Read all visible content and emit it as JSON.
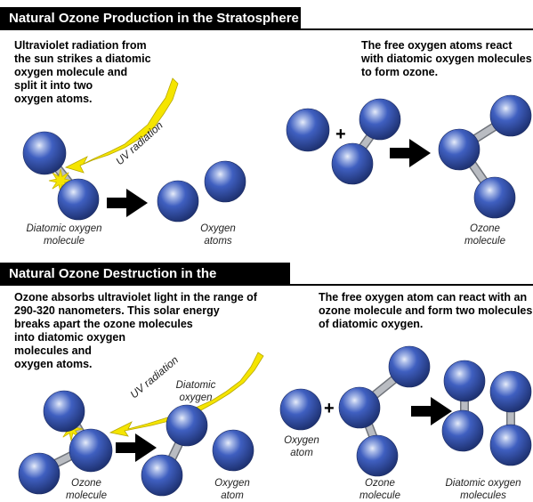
{
  "section1": {
    "title": "Natural Ozone Production in the Stratosphere",
    "left_text": [
      "Ultraviolet radiation from",
      "the sun strikes a diatomic",
      "oxygen molecule and",
      "split it into two",
      "oxygen atoms."
    ],
    "right_text": [
      "The free oxygen atoms react",
      "with diatomic oxygen molecules",
      "to form ozone."
    ],
    "uv_label": "UV radiation",
    "label_diatomic": [
      "Diatomic oxygen",
      "molecule"
    ],
    "label_atoms": [
      "Oxygen",
      "atoms"
    ],
    "label_ozone": [
      "Ozone",
      "molecule"
    ],
    "plus": "+"
  },
  "section2": {
    "title": "Natural Ozone Destruction in the Stratosphere",
    "left_text": [
      "Ozone absorbs ultraviolet light in the range of",
      "290-320 nanometers. This solar energy",
      "breaks apart the ozone molecules",
      "into diatomic oxygen",
      "molecules and",
      "oxygen atoms."
    ],
    "right_text": [
      "The free oxygen atom can react with an",
      "ozone molecule and form two molecules",
      "of diatomic oxygen."
    ],
    "uv_label": "UV radiation",
    "label_diatomic_top": [
      "Diatomic",
      "oxygen"
    ],
    "label_ozone_left": [
      "Ozone",
      "molecule"
    ],
    "label_atom_mid": [
      "Oxygen",
      "atom"
    ],
    "label_atom_right": [
      "Oxygen",
      "atom"
    ],
    "label_ozone_right": [
      "Ozone",
      "molecule"
    ],
    "label_diatomic_right": [
      "Diatomic oxygen",
      "molecules"
    ],
    "plus": "+"
  },
  "colors": {
    "sphere": "#2f4fa8",
    "bond": "#b9bcc2",
    "uv_arrow": "#f5e500",
    "spark": "#f5e500",
    "arrow": "#000000"
  }
}
